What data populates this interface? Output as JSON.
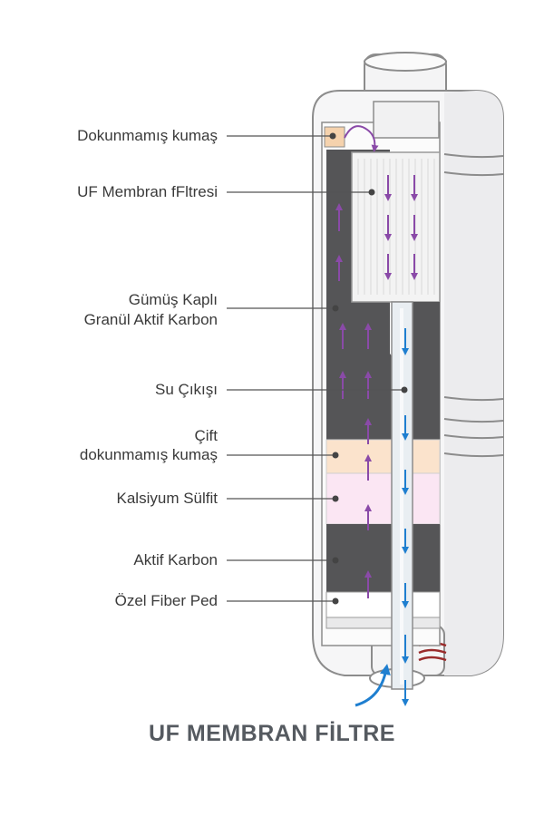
{
  "title": "UF MEMBRAN FİLTRE",
  "labels": {
    "nonwoven": "Dokunmamış kumaş",
    "uf_membrane": "UF Membran fFltresi",
    "silver_carbon_1": "Gümüş Kaplı",
    "silver_carbon_2": "Granül Aktif Karbon",
    "water_outlet": "Su Çıkışı",
    "double_nonwoven_1": "Çift",
    "double_nonwoven_2": "dokunmamış kumaş",
    "calcium_sulfite": "Kalsiyum Sülfit",
    "active_carbon": "Aktif Karbon",
    "fiber_pad": "Özel Fiber Ped"
  },
  "colors": {
    "carbon": "#555557",
    "flow_arrow_purple": "#8a4aa8",
    "flow_arrow_blue": "#1f7fd0",
    "double_nonwoven": "#fbe3cc",
    "calcium_sulfite": "#fbe6f3",
    "membrane": "#f3f3f3",
    "housing": "#f6f6f7"
  }
}
